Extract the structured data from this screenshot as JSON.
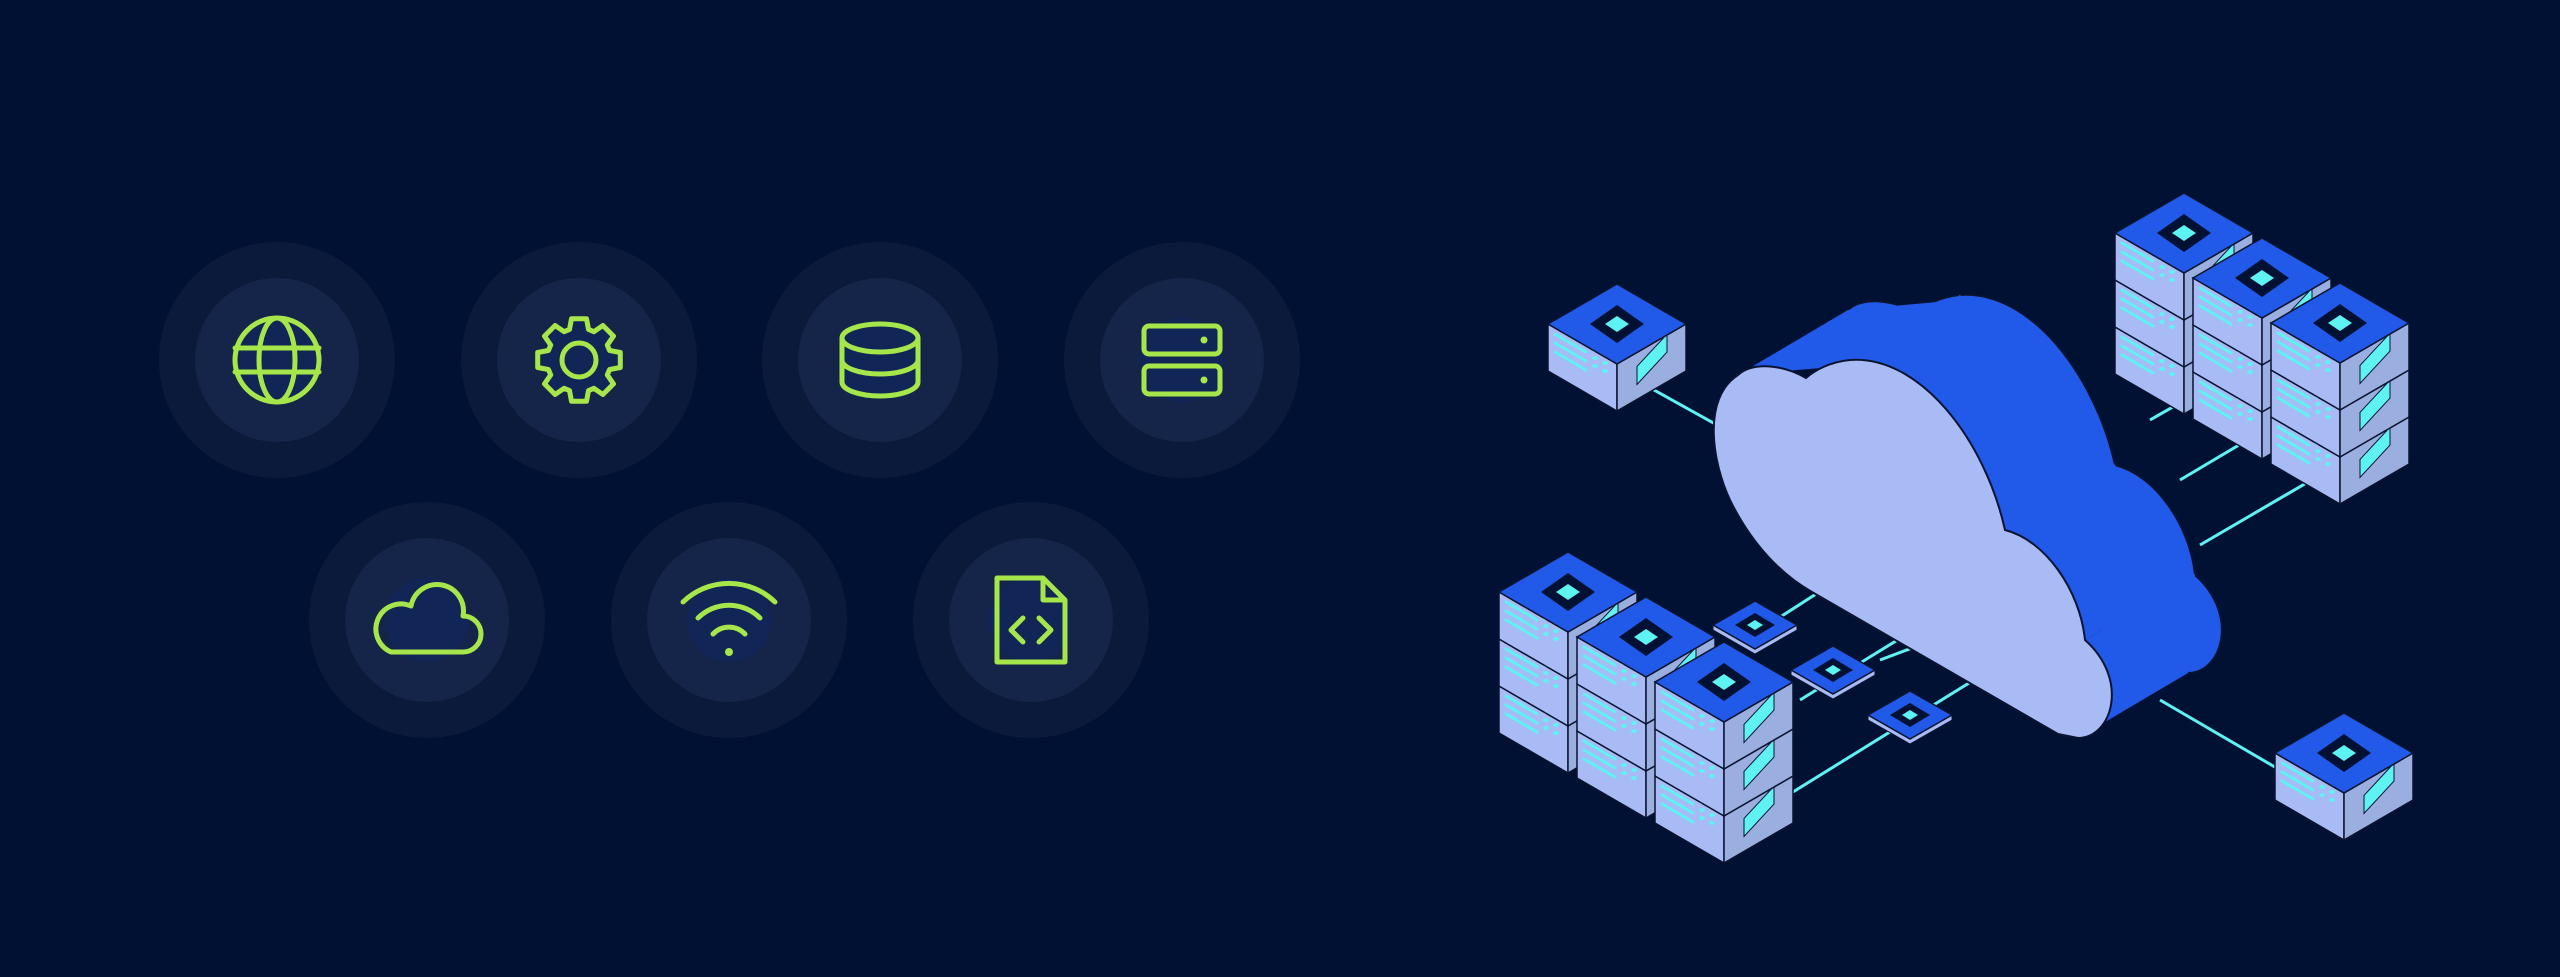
{
  "colors": {
    "background": "#001133",
    "halo_outer": "#0b1a3a",
    "halo_inner": "#15254a",
    "icon_fill": "#112556",
    "icon_stroke": "#a6e64b",
    "server_top": "#2159e8",
    "server_side_left": "#a8bbf5",
    "server_side_right": "#9aaee0",
    "accent": "#5ef2f2",
    "cloud_front": "#a8bbf5",
    "cloud_back": "#2159e8",
    "outline": "#0a1430"
  },
  "feature_icons": [
    {
      "row": 1,
      "icon": "globe-icon"
    },
    {
      "row": 1,
      "icon": "gear-icon"
    },
    {
      "row": 1,
      "icon": "database-icon"
    },
    {
      "row": 1,
      "icon": "server-icon"
    },
    {
      "row": 2,
      "icon": "cloud-icon"
    },
    {
      "row": 2,
      "icon": "wifi-icon"
    },
    {
      "row": 2,
      "icon": "code-file-icon"
    }
  ],
  "illustration": {
    "subject": "cloud-network-icon",
    "server_stacks": [
      {
        "units": 1
      },
      {
        "units": 3
      },
      {
        "units": 3
      },
      {
        "units": 3
      },
      {
        "units": 3
      },
      {
        "units": 3
      },
      {
        "units": 3
      },
      {
        "units": 1
      }
    ],
    "chips": 3
  }
}
